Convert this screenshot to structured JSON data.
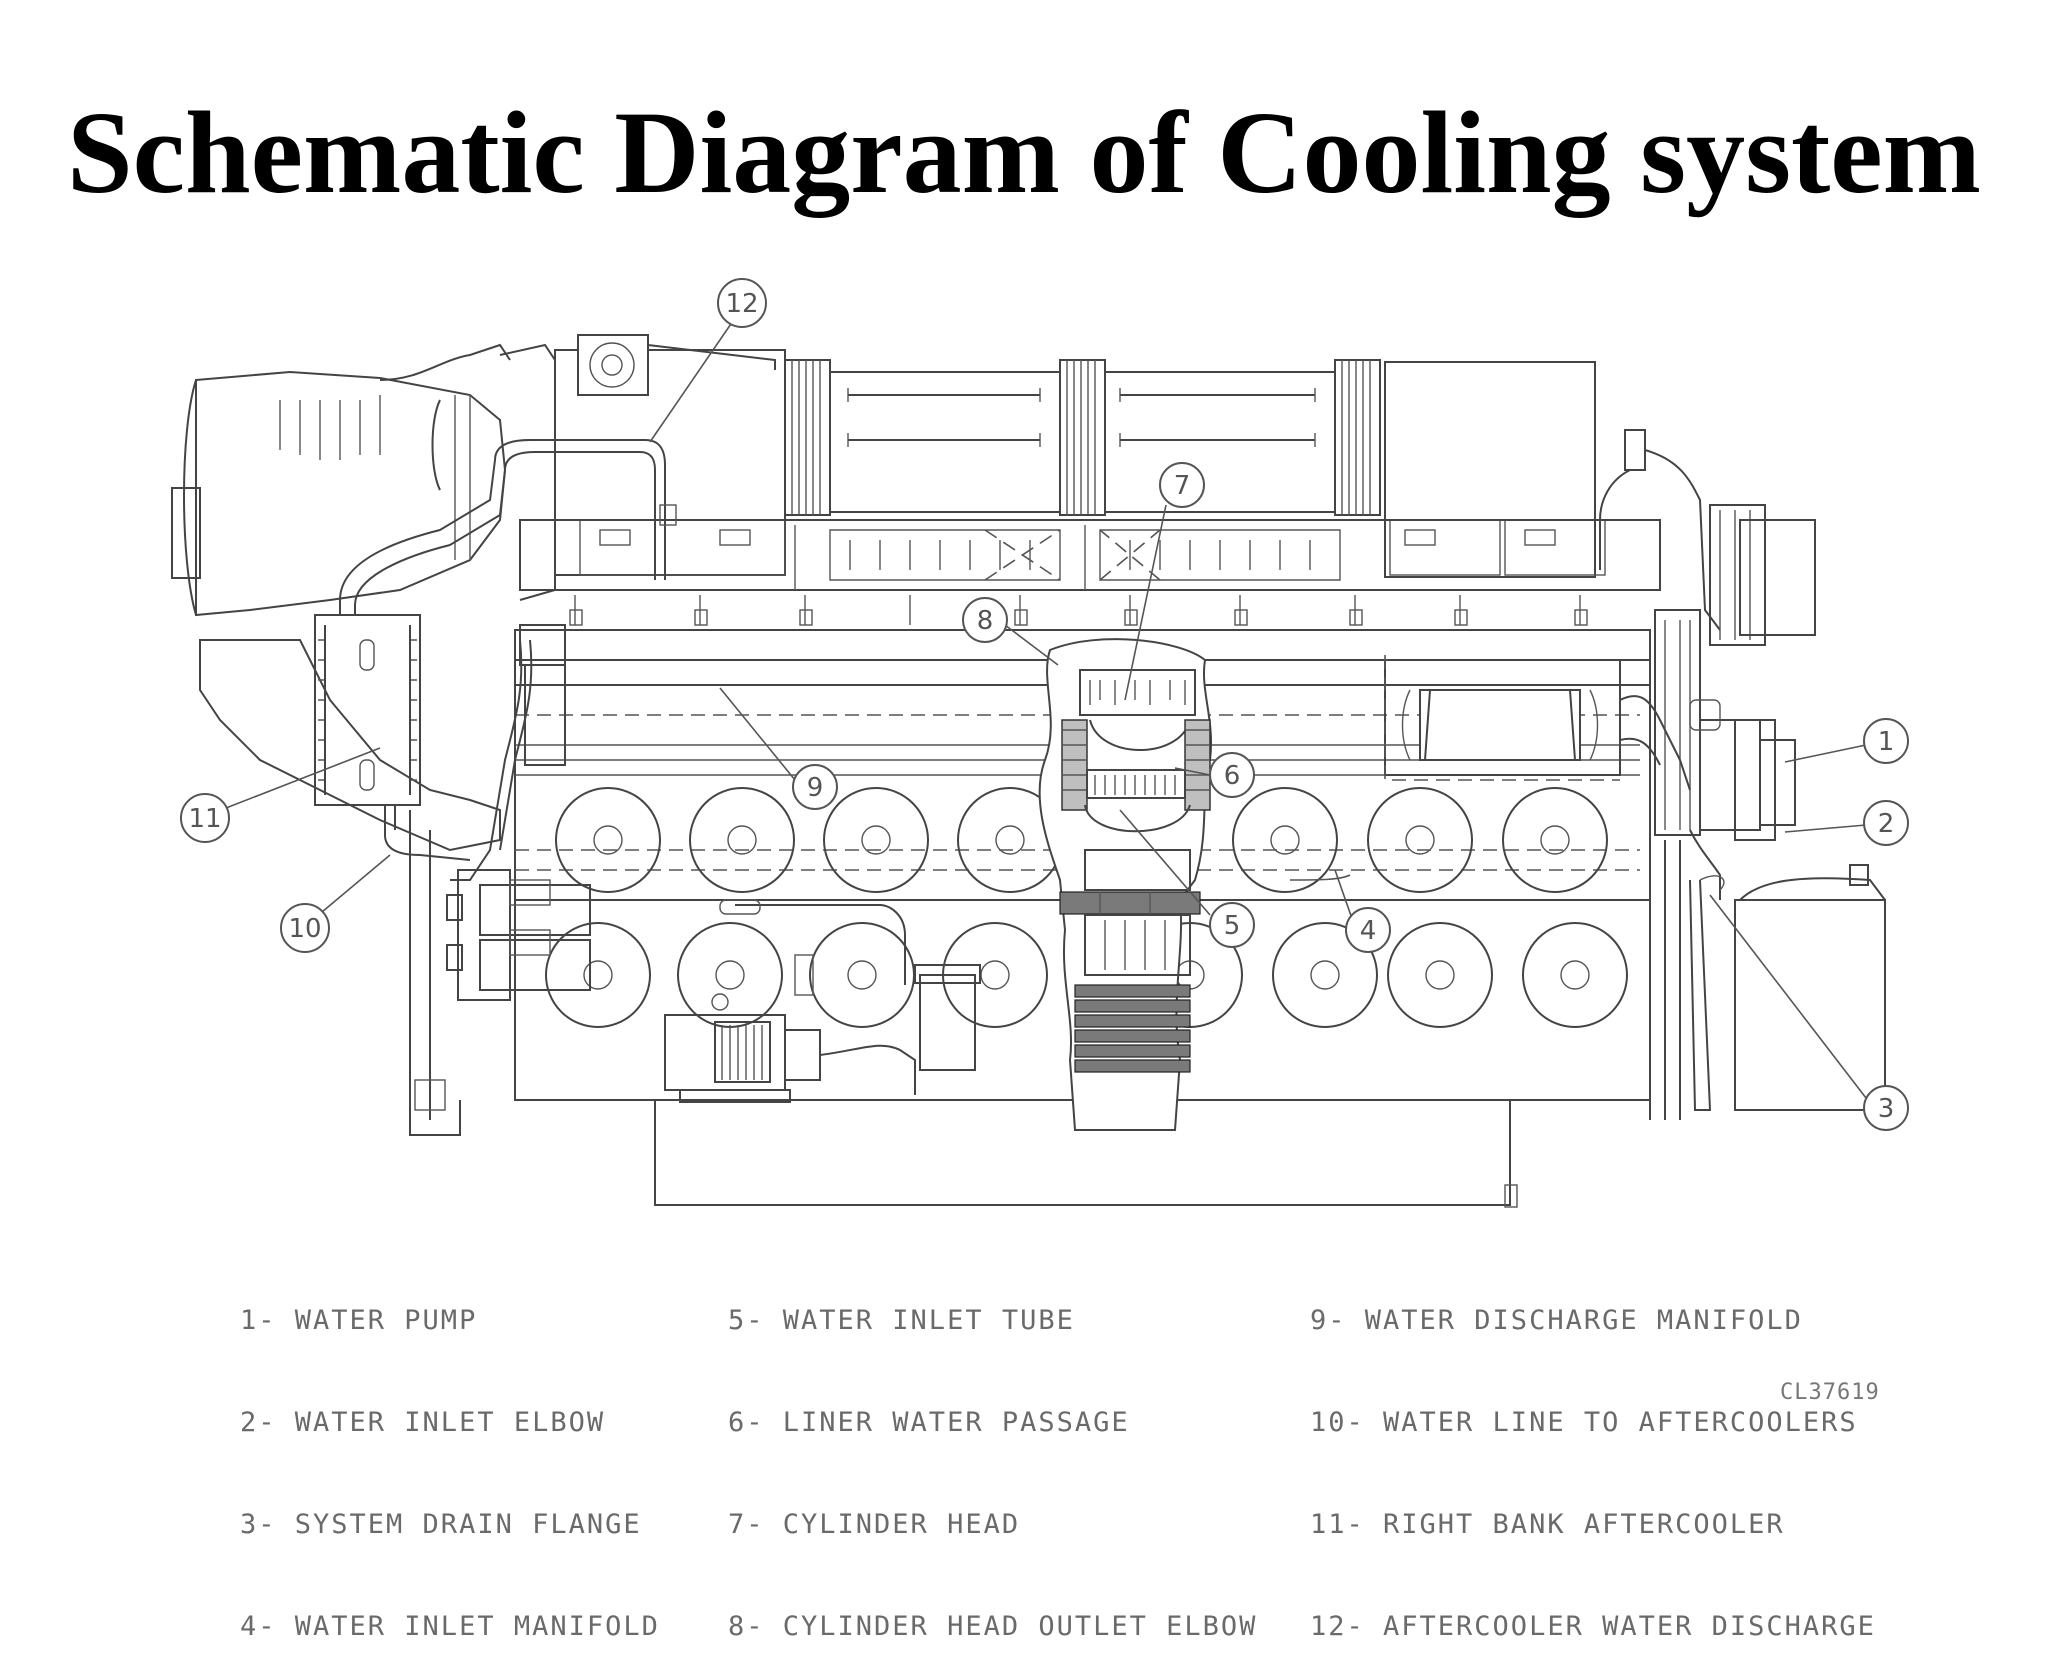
{
  "title": "Schematic Diagram of Cooling system",
  "callouts": [
    "1",
    "2",
    "3",
    "4",
    "5",
    "6",
    "7",
    "8",
    "9",
    "10",
    "11",
    "12"
  ],
  "legend": {
    "column1": [
      "1- WATER PUMP",
      "2- WATER INLET ELBOW",
      "3- SYSTEM DRAIN FLANGE",
      "4- WATER INLET MANIFOLD"
    ],
    "column2": [
      "5- WATER INLET TUBE",
      "6- LINER WATER PASSAGE",
      "7- CYLINDER HEAD",
      "8- CYLINDER HEAD OUTLET ELBOW"
    ],
    "column3": [
      "9- WATER DISCHARGE MANIFOLD",
      "10- WATER LINE TO AFTERCOOLERS",
      "11- RIGHT BANK AFTERCOOLER",
      "12- AFTERCOOLER WATER DISCHARGE"
    ]
  },
  "drawing_id": "CL37619"
}
